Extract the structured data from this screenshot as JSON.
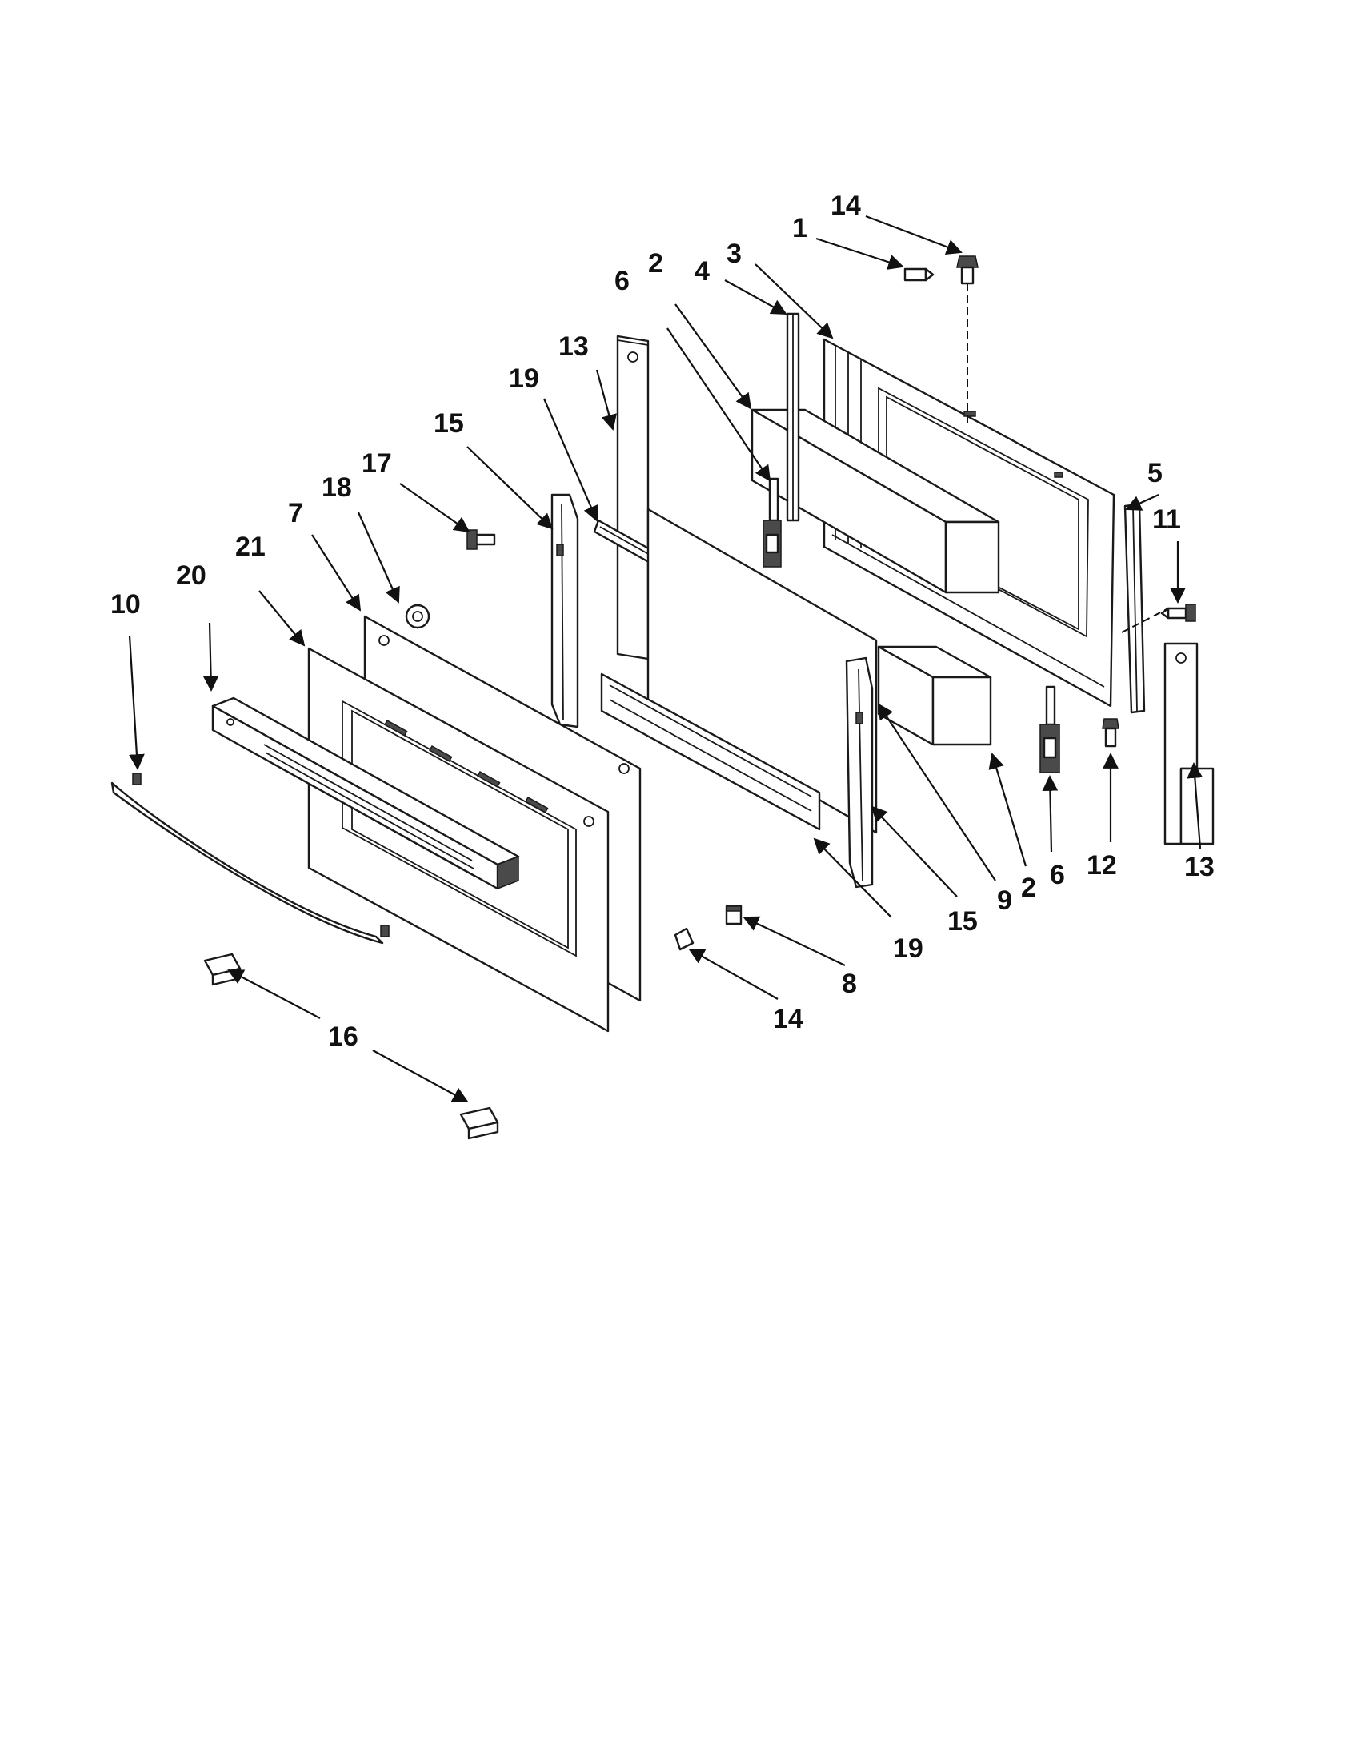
{
  "callouts": [
    {
      "id": "c14a",
      "text": "14"
    },
    {
      "id": "c1",
      "text": "1"
    },
    {
      "id": "c3",
      "text": "3"
    },
    {
      "id": "c4",
      "text": "4"
    },
    {
      "id": "c2a",
      "text": "2"
    },
    {
      "id": "c6a",
      "text": "6"
    },
    {
      "id": "c13a",
      "text": "13"
    },
    {
      "id": "c19a",
      "text": "19"
    },
    {
      "id": "c15a",
      "text": "15"
    },
    {
      "id": "c17",
      "text": "17"
    },
    {
      "id": "c18",
      "text": "18"
    },
    {
      "id": "c7",
      "text": "7"
    },
    {
      "id": "c21",
      "text": "21"
    },
    {
      "id": "c20",
      "text": "20"
    },
    {
      "id": "c10",
      "text": "10"
    },
    {
      "id": "c5",
      "text": "5"
    },
    {
      "id": "c11",
      "text": "11"
    },
    {
      "id": "c12",
      "text": "12"
    },
    {
      "id": "c13b",
      "text": "13"
    },
    {
      "id": "c6b",
      "text": "6"
    },
    {
      "id": "c2b",
      "text": "2"
    },
    {
      "id": "c9",
      "text": "9"
    },
    {
      "id": "c15b",
      "text": "15"
    },
    {
      "id": "c19b",
      "text": "19"
    },
    {
      "id": "c8",
      "text": "8"
    },
    {
      "id": "c14b",
      "text": "14"
    },
    {
      "id": "c16",
      "text": "16"
    }
  ]
}
